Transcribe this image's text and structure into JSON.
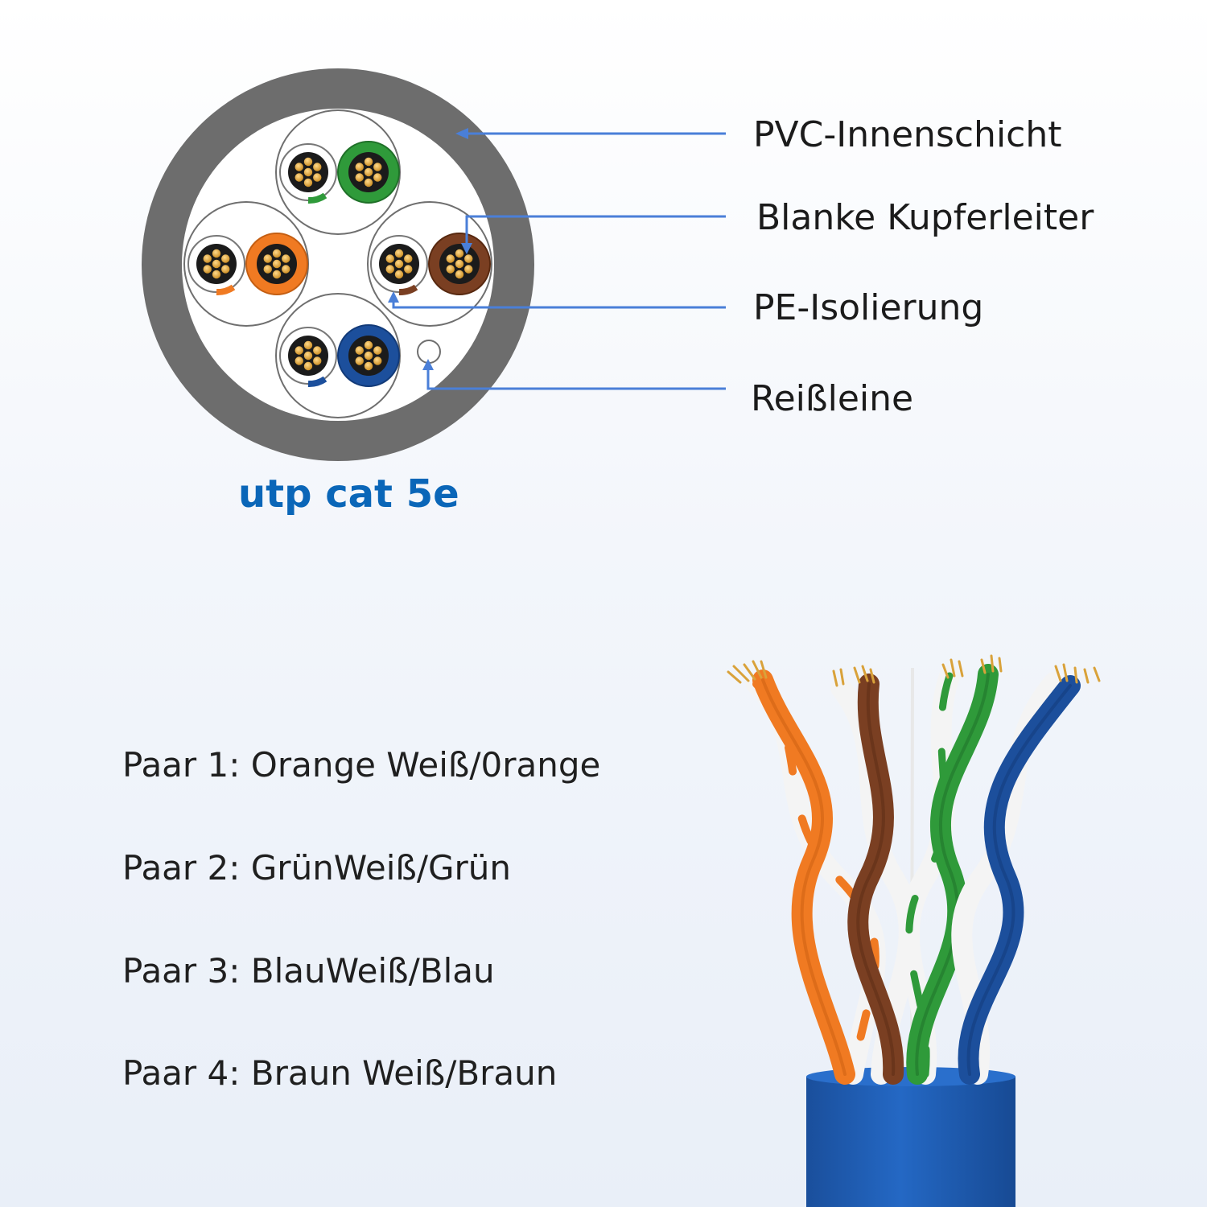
{
  "callouts": [
    {
      "id": "pvc",
      "text": "PVC-Innenschicht"
    },
    {
      "id": "copper",
      "text": "Blanke Kupferleiter"
    },
    {
      "id": "pe",
      "text": "PE-Isolierung"
    },
    {
      "id": "ripcord",
      "text": "Reißleine"
    }
  ],
  "caption": "utp cat 5e",
  "pairs": [
    {
      "text": "Paar 1: Orange Weiß/0range"
    },
    {
      "text": "Paar 2: GrünWeiß/Grün"
    },
    {
      "text": "Paar 3: BlauWeiß/Blau"
    },
    {
      "text": "Paar 4: Braun Weiß/Braun"
    }
  ],
  "colors": {
    "jacket": "#6d6d6d",
    "leader_line": "#4a7fd8",
    "caption": "#0a66b8",
    "orange": "#f07a22",
    "green": "#2f9a3a",
    "blue": "#1c4f9c",
    "brown": "#7a3f22",
    "copper": "#e2a93c",
    "cable_jacket_blue": "#1f5fb5"
  }
}
